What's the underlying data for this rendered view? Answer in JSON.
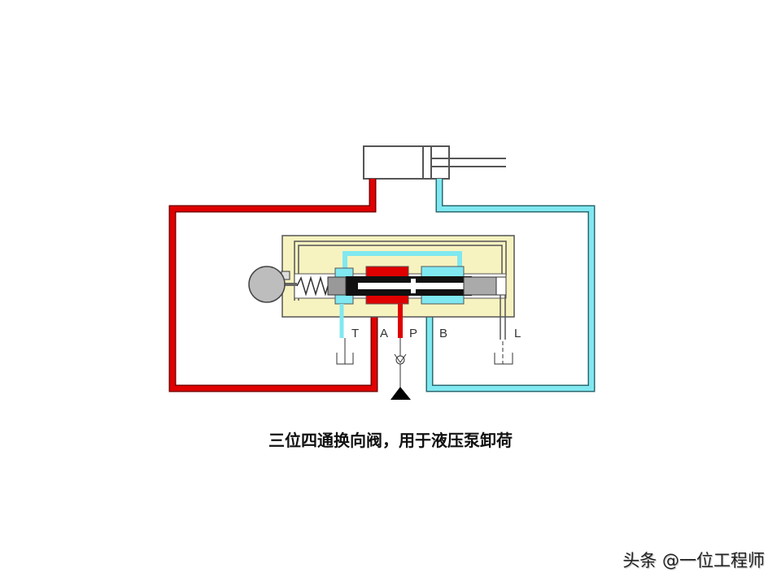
{
  "diagram": {
    "title": "三位四通换向阀，用于液压泵卸荷",
    "ports": {
      "T": "T",
      "A": "A",
      "P": "P",
      "B": "B",
      "L": "L"
    },
    "colors": {
      "pressure": "#e00000",
      "return": "#80e8f0",
      "body": "#f7f3c0",
      "ball": "#bdbdbd"
    }
  },
  "watermark": "头条 @一位工程师"
}
